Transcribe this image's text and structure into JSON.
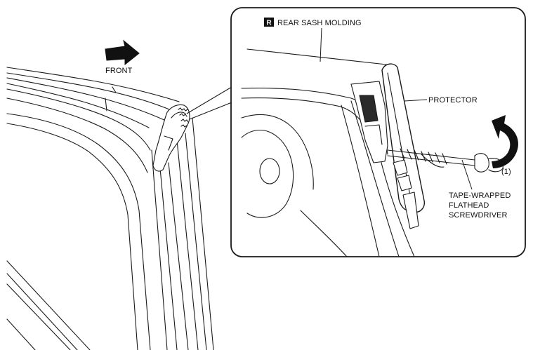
{
  "labels": {
    "front": "FRONT",
    "rear_sash_badge": "R",
    "rear_sash_molding": "REAR SASH MOLDING",
    "protector": "PROTECTOR",
    "step_number": "(1)",
    "tool_line1": "TAPE-WRAPPED",
    "tool_line2": "FLATHEAD",
    "tool_line3": "SCREWDRIVER"
  },
  "colors": {
    "line": "#1a1a1a",
    "arrow": "#111111",
    "background": "#ffffff"
  }
}
